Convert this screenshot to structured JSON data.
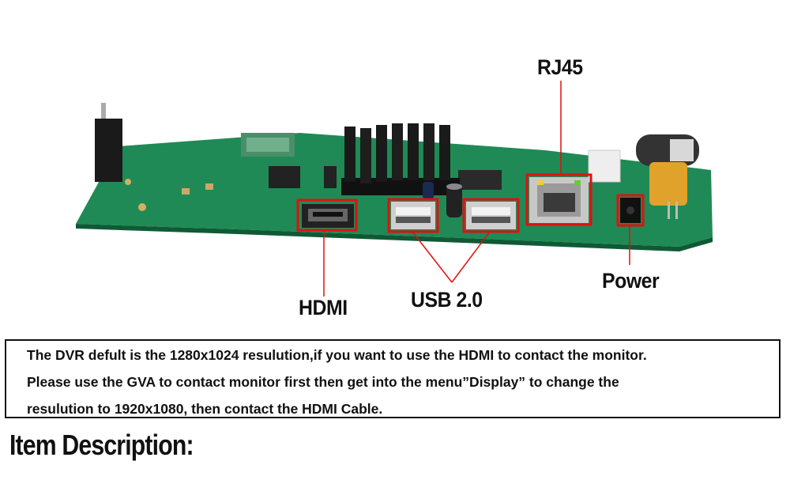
{
  "labels": {
    "rj45": "RJ45",
    "hdmi": "HDMI",
    "usb": "USB 2.0",
    "power": "Power"
  },
  "note": {
    "line1": "The DVR defult is the 1280x1024 resulution,if you want to use the HDMI to contact the monitor.",
    "line2": "Please use the GVA to contact monitor first then get into the menu”Display” to change the",
    "line3": "resulution to 1920x1080, then contact the HDMI Cable."
  },
  "section_title": "Item Description:",
  "colors": {
    "pcb": "#1f8a55",
    "highlight": "#e01010",
    "heatsink": "#1a1a1a",
    "text": "#111111"
  }
}
